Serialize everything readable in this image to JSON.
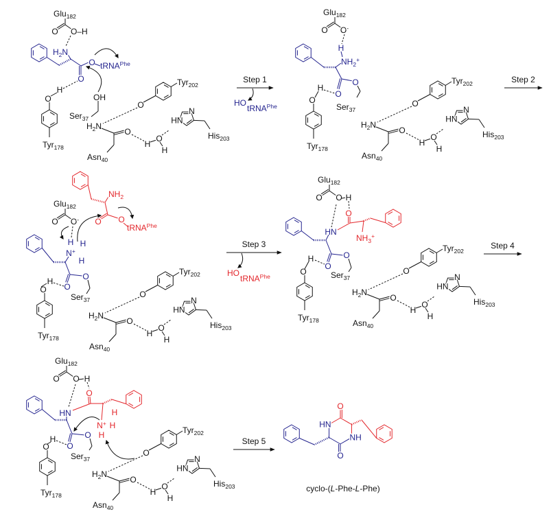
{
  "steps": [
    "Step 1",
    "Step 2",
    "Step 3",
    "Step 4",
    "Step 5"
  ],
  "residues": {
    "glu": [
      "Glu",
      "182"
    ],
    "tyr202": [
      "Tyr",
      "202"
    ],
    "tyr178": [
      "Tyr",
      "178"
    ],
    "ser": [
      "Ser",
      "37"
    ],
    "asn": [
      "Asn",
      "40"
    ],
    "his": [
      "His",
      "203"
    ]
  },
  "trna": [
    "tRNA",
    "Phe"
  ],
  "atoms": {
    "O": "O",
    "H": "H",
    "N": "N",
    "HN": "HN",
    "NH": "NH",
    "OH": "OH",
    "HO": "HO",
    "OHglu": "O–H",
    "H2N": [
      "H",
      "2",
      "N"
    ],
    "NH2": [
      "NH",
      "2"
    ],
    "NH2p": [
      "NH",
      "2",
      "+"
    ],
    "NH3p": [
      "NH",
      "3",
      "+"
    ],
    "Np": [
      "N",
      "+"
    ],
    "Om": [
      "O",
      "-"
    ]
  },
  "product": {
    "prefix": "cyclo-(",
    "l1": "L",
    "mid": "-Phe-",
    "l2": "L",
    "suffix": "-Phe)"
  },
  "colors": {
    "substrate1": "#23238e",
    "substrate2": "#e3262b",
    "enzyme": "#111111"
  }
}
